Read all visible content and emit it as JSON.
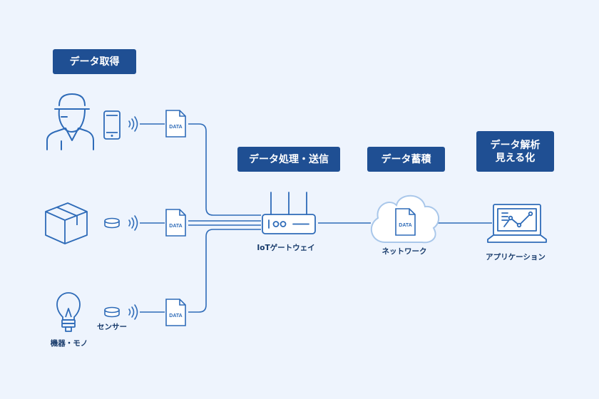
{
  "headers": {
    "data_acquisition": "データ取得",
    "processing": "データ処理・送信",
    "storage": "データ蓄積",
    "analysis_line1": "データ解析",
    "analysis_line2": "見える化"
  },
  "captions": {
    "gateway": "IoTゲートウェイ",
    "network": "ネットワーク",
    "application": "アプリケーション",
    "sensor": "センサー",
    "device": "機器・モノ"
  },
  "file_tag": "DATA",
  "colors": {
    "background": "#eef4fd",
    "primary": "#1f4f93",
    "line": "#2e6bb8",
    "cloud": "#a9c7ea"
  },
  "icons": [
    "worker-icon",
    "smartphone-icon",
    "box-icon",
    "sensor-icon",
    "lightbulb-icon",
    "wireless-signal-icon",
    "data-file-icon",
    "router-icon",
    "cloud-icon",
    "laptop-chart-icon"
  ]
}
